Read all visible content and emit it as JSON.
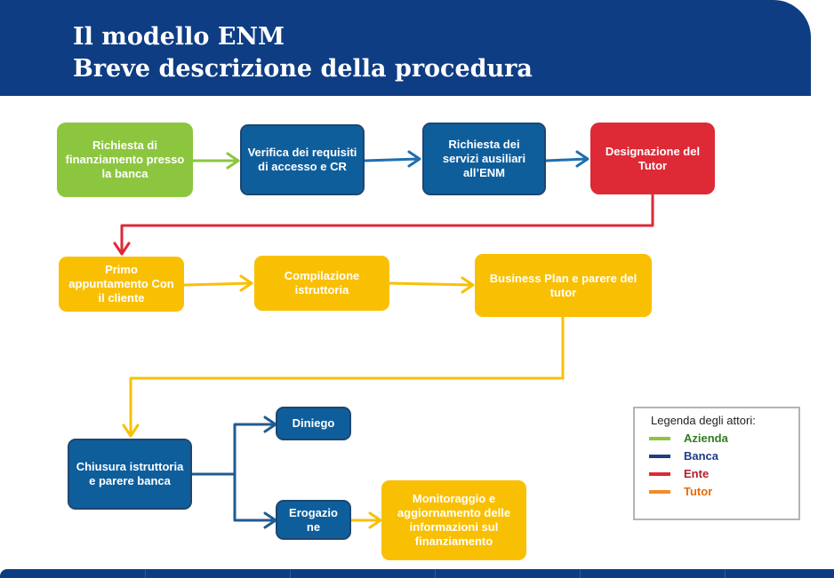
{
  "header": {
    "title_line1": "Il modello ENM",
    "title_line2": "Breve descrizione della procedura"
  },
  "steps": {
    "richiesta": "Richiesta di finanziamento presso la banca",
    "verifica": "Verifica dei requisiti di accesso e CR",
    "servizi": "Richiesta dei servizi ausiliari all’ENM",
    "designazione": "Designazione del Tutor",
    "primo": "Primo appuntamento Con il cliente",
    "compilazione": "Compilazione istruttoria",
    "business": "Business Plan e parere del tutor",
    "chiusura": "Chiusura istruttoria e parere banca",
    "diniego": "Diniego",
    "erogazione": "Erogazio ne",
    "monitoraggio": "Monitoraggio e aggiornamento delle informazioni sul finanziamento"
  },
  "legend": {
    "title": "Legenda degli attori:",
    "items": [
      {
        "label": "Azienda",
        "color": "#8cc63f",
        "text_color": "#2e7d1f"
      },
      {
        "label": "Banca",
        "color": "#1f3c88",
        "text_color": "#1f3c88"
      },
      {
        "label": "Ente",
        "color": "#dd2a36",
        "text_color": "#b2202b"
      },
      {
        "label": "Tutor",
        "color": "#f28c28",
        "text_color": "#e46c0a"
      }
    ]
  },
  "colors": {
    "header": "#0e3d84",
    "azienda": "#8cc63f",
    "banca": "#0f5e9c",
    "ente": "#dd2a36",
    "tutor": "#f9c003"
  }
}
